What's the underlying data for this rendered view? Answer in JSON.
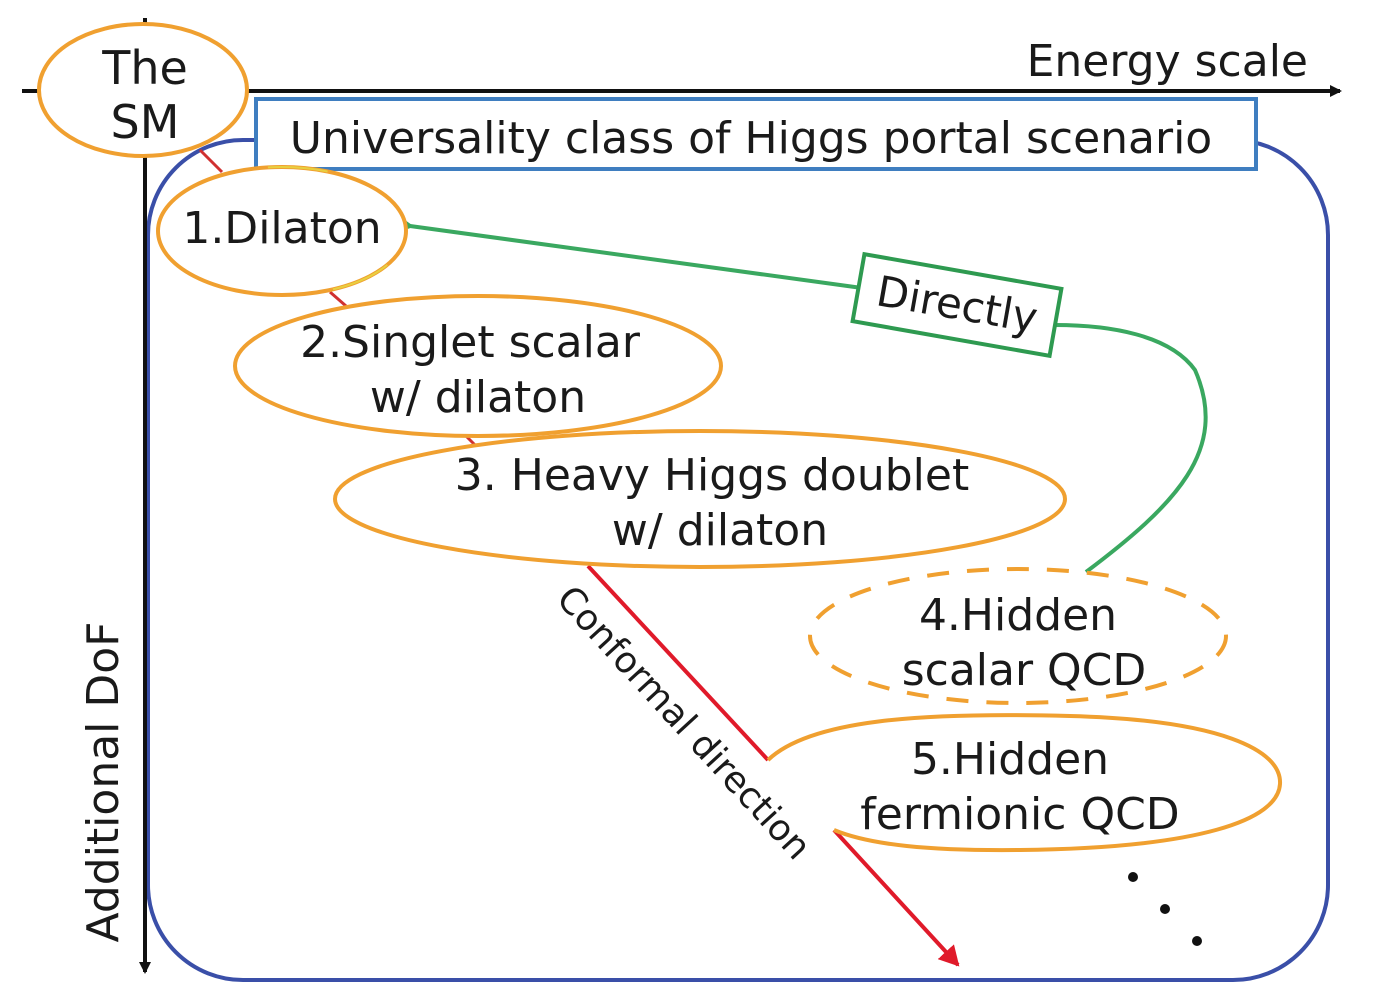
{
  "axes": {
    "x_label": "Energy scale",
    "y_label": "Additional DoF"
  },
  "origin_node": {
    "line1": "The",
    "line2": "SM"
  },
  "region": {
    "title": "Universality class of Higgs portal scenario"
  },
  "nodes": [
    {
      "id": "dilaton",
      "line1": "1.Dilaton",
      "line2": ""
    },
    {
      "id": "singlet",
      "line1": "2.Singlet scalar",
      "line2": "w/ dilaton"
    },
    {
      "id": "heavy",
      "line1": "3. Heavy Higgs doublet",
      "line2": "w/ dilaton"
    },
    {
      "id": "hidden-scalar",
      "line1": "4.Hidden",
      "line2": "scalar QCD"
    },
    {
      "id": "hidden-fermionic",
      "line1": "5.Hidden",
      "line2": "fermionic QCD"
    }
  ],
  "arrows": {
    "directly_label": "Directly",
    "conformal_label": "Conformal direction"
  },
  "ellipsis_marks": "…",
  "colors": {
    "axis": "#111111",
    "region_border": "#3a4fa8",
    "title_box_border": "#3f7ec0",
    "ellipse_stroke": "#f0a030",
    "ellipse_highlight": "#e8d040",
    "green_arrow": "#3aa860",
    "red_arrow": "#e01a2a",
    "text": "#1a1a1a"
  }
}
